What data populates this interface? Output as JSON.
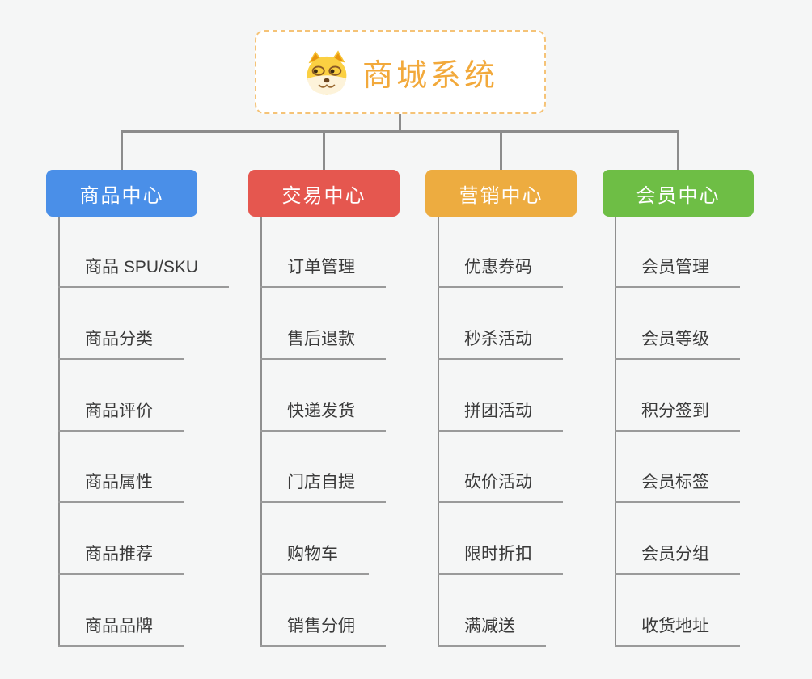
{
  "page": {
    "background_color": "#f5f6f6"
  },
  "root": {
    "label": "商城系统",
    "icon": "doge-icon",
    "text_color": "#f2a93b",
    "border_color": "#f5c377"
  },
  "connectors": {
    "color": "#8c8c8c"
  },
  "branches": [
    {
      "label": "商品中心",
      "color": "#4a8fe8",
      "items": [
        "商品 SPU/SKU",
        "商品分类",
        "商品评价",
        "商品属性",
        "商品推荐",
        "商品品牌"
      ]
    },
    {
      "label": "交易中心",
      "color": "#e5574f",
      "items": [
        "订单管理",
        "售后退款",
        "快递发货",
        "门店自提",
        "购物车",
        "销售分佣"
      ]
    },
    {
      "label": "营销中心",
      "color": "#edac40",
      "items": [
        "优惠券码",
        "秒杀活动",
        "拼团活动",
        "砍价活动",
        "限时折扣",
        "满减送"
      ]
    },
    {
      "label": "会员中心",
      "color": "#6ebe45",
      "items": [
        "会员管理",
        "会员等级",
        "积分签到",
        "会员标签",
        "会员分组",
        "收货地址"
      ]
    }
  ]
}
